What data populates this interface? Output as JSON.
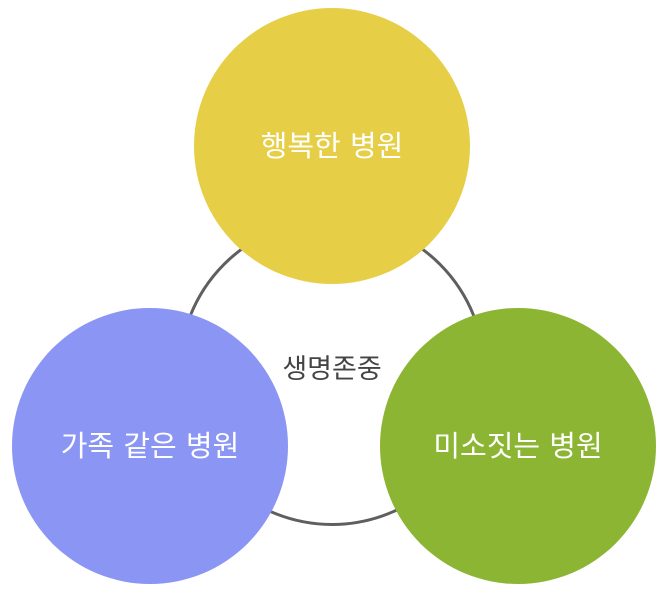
{
  "diagram": {
    "center": {
      "label": "생명존중"
    },
    "nodes": [
      {
        "id": "top",
        "label": "행복한 병원",
        "color": "#e6cf47"
      },
      {
        "id": "left",
        "label": "가족 같은 병원",
        "color": "#8b96f4"
      },
      {
        "id": "right",
        "label": "미소짓는 병원",
        "color": "#8db534"
      }
    ],
    "ring_color": "#5f5f5f",
    "text_color": "#ffffff"
  }
}
